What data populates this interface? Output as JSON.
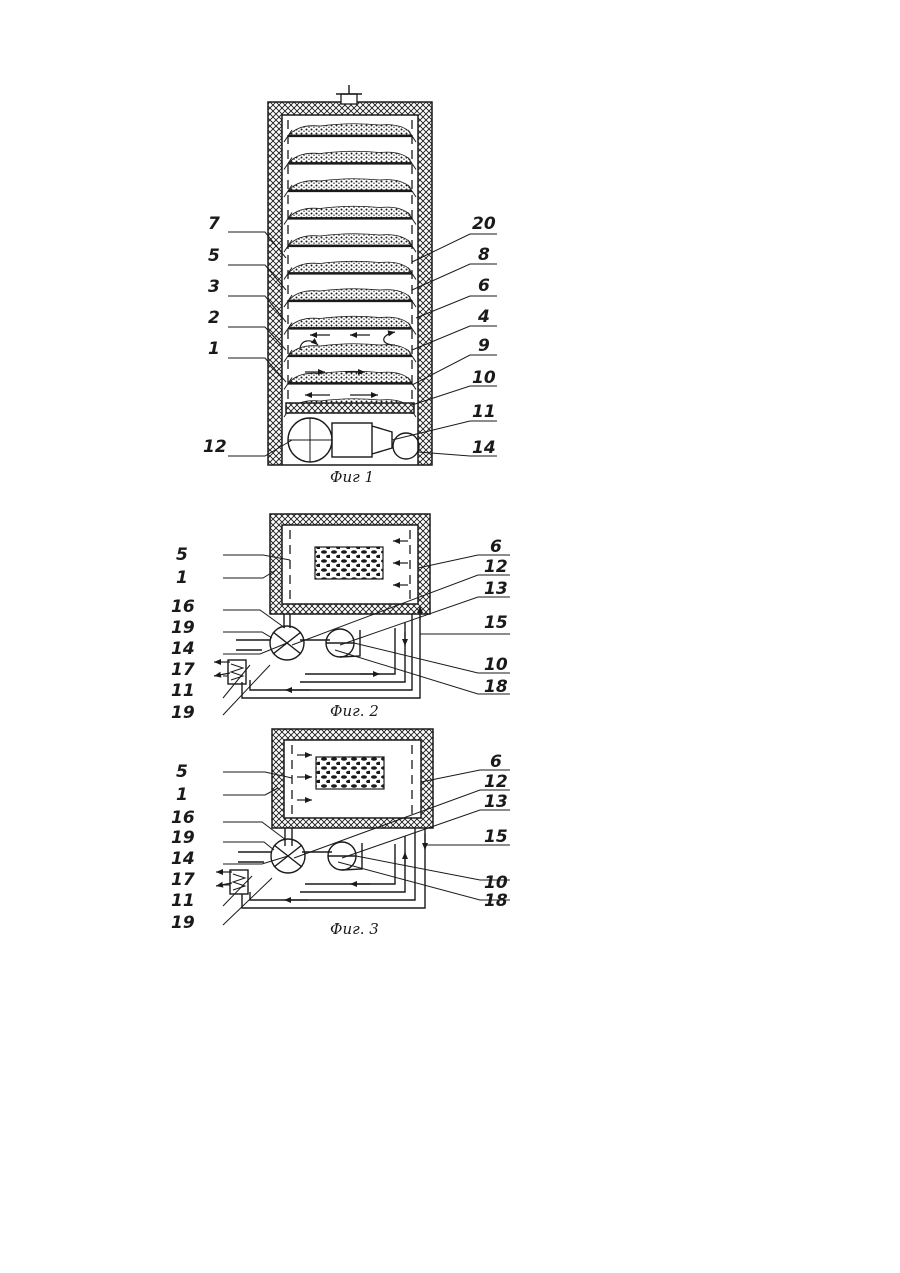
{
  "figures": [
    {
      "id": "fig1",
      "caption": "Фиг 1",
      "left_labels": [
        "7",
        "5",
        "3",
        "2",
        "1",
        "12"
      ],
      "right_labels": [
        "20",
        "8",
        "6",
        "4",
        "9",
        "10",
        "11",
        "14"
      ]
    },
    {
      "id": "fig2",
      "caption": "Фиг. 2",
      "left_labels": [
        "5",
        "1",
        "16",
        "19",
        "14",
        "17",
        "11",
        "19"
      ],
      "right_labels": [
        "6",
        "12",
        "13",
        "15",
        "10",
        "18"
      ]
    },
    {
      "id": "fig3",
      "caption": "Фиг. 3",
      "left_labels": [
        "5",
        "1",
        "16",
        "19",
        "14",
        "17",
        "11",
        "19"
      ],
      "right_labels": [
        "6",
        "12",
        "13",
        "15",
        "10",
        "18"
      ]
    }
  ]
}
